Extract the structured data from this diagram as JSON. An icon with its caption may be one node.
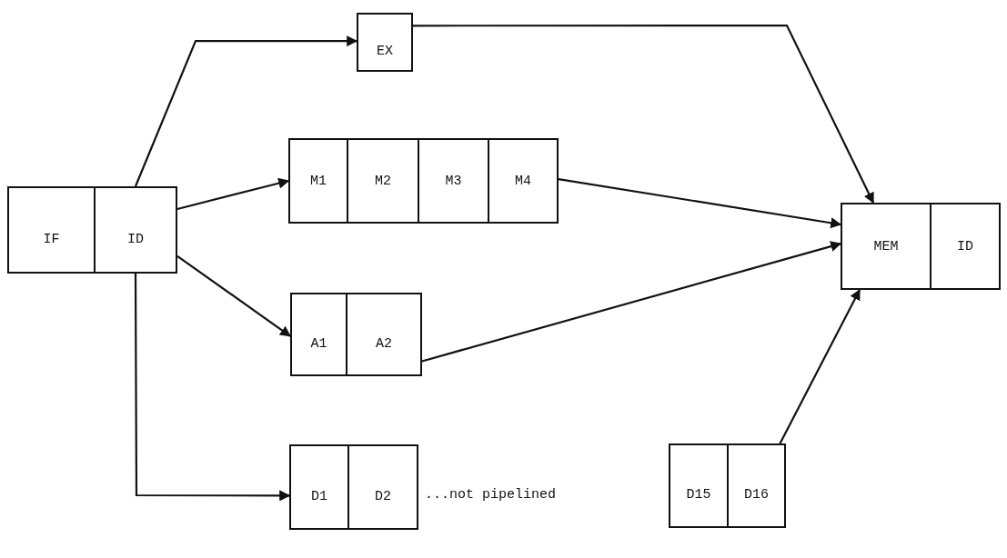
{
  "diagram": {
    "nodes": [
      {
        "text": [
          "IF"
        ]
      },
      {
        "text": [
          "ID"
        ]
      },
      {
        "text": [
          "EX"
        ]
      },
      {
        "text": [
          "M1"
        ]
      },
      {
        "text": [
          "M2"
        ]
      },
      {
        "text": [
          "M3"
        ]
      },
      {
        "text": [
          "M4"
        ]
      },
      {
        "text": [
          "MEM"
        ]
      },
      {
        "text": [
          "ID"
        ]
      },
      {
        "text": [
          "A1"
        ]
      },
      {
        "text": [
          "A2"
        ]
      },
      {
        "text": [
          "D1"
        ]
      },
      {
        "text": [
          "D2"
        ]
      },
      {
        "text": [
          "D15"
        ]
      },
      {
        "text": [
          "D16"
        ]
      }
    ],
    "edges": [
      {
        "from": 1,
        "to": 2,
        "arrow": "to"
      },
      {
        "from": 1,
        "to": 3,
        "arrow": "to"
      },
      {
        "from": 1,
        "to": 9,
        "arrow": "to"
      },
      {
        "from": 1,
        "to": 11,
        "arrow": "to"
      },
      {
        "from": 2,
        "to": 7,
        "arrow": "to"
      },
      {
        "from": 6,
        "to": 7,
        "arrow": "to"
      },
      {
        "from": 10,
        "to": 7,
        "arrow": "to"
      },
      {
        "from": 14,
        "to": 7,
        "arrow": "to"
      }
    ],
    "labels": [
      "...not pipelined"
    ]
  }
}
